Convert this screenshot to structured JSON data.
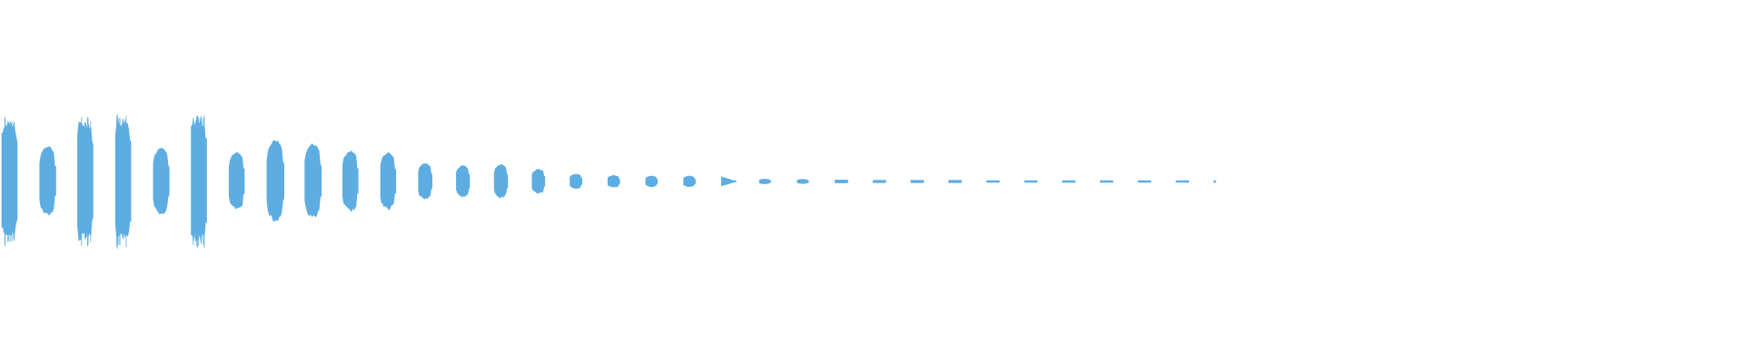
{
  "waveform": {
    "color": "#5dade2",
    "background": "#ffffff",
    "bursts": [
      {
        "amp": 0.95,
        "shape": "sustain"
      },
      {
        "amp": 0.58,
        "shape": "bulge"
      },
      {
        "amp": 0.96,
        "shape": "sustain"
      },
      {
        "amp": 1.0,
        "shape": "sustain"
      },
      {
        "amp": 0.55,
        "shape": "bulge"
      },
      {
        "amp": 1.02,
        "shape": "sustain"
      },
      {
        "amp": 0.48,
        "shape": "bulge"
      },
      {
        "amp": 0.68,
        "shape": "bulge"
      },
      {
        "amp": 0.62,
        "shape": "bulge"
      },
      {
        "amp": 0.5,
        "shape": "bulge"
      },
      {
        "amp": 0.48,
        "shape": "bulge"
      },
      {
        "amp": 0.3,
        "shape": "bulge"
      },
      {
        "amp": 0.26,
        "shape": "bulge"
      },
      {
        "amp": 0.28,
        "shape": "bulge"
      },
      {
        "amp": 0.2,
        "shape": "bulge"
      },
      {
        "amp": 0.12,
        "shape": "bulge"
      },
      {
        "amp": 0.1,
        "shape": "bulge"
      },
      {
        "amp": 0.09,
        "shape": "bulge"
      },
      {
        "amp": 0.09,
        "shape": "bulge"
      },
      {
        "amp": 0.08,
        "shape": "triangle"
      },
      {
        "amp": 0.04,
        "shape": "bulge"
      },
      {
        "amp": 0.035,
        "shape": "bulge"
      },
      {
        "amp": 0.025,
        "shape": "flat"
      },
      {
        "amp": 0.02,
        "shape": "flat"
      },
      {
        "amp": 0.02,
        "shape": "flat"
      },
      {
        "amp": 0.02,
        "shape": "flat"
      },
      {
        "amp": 0.012,
        "shape": "flat"
      },
      {
        "amp": 0.01,
        "shape": "flat"
      },
      {
        "amp": 0.01,
        "shape": "flat"
      },
      {
        "amp": 0.008,
        "shape": "flat"
      },
      {
        "amp": 0.008,
        "shape": "flat"
      },
      {
        "amp": 0.008,
        "shape": "flat"
      },
      {
        "amp": 0.01,
        "shape": "dot"
      }
    ]
  }
}
